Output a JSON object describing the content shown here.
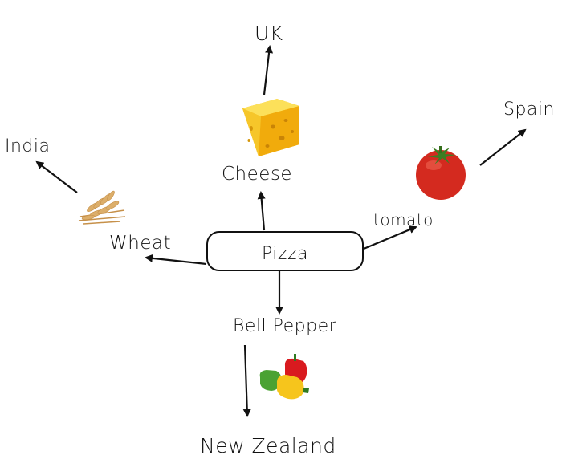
{
  "nodes": {
    "pizza": "Pizza",
    "cheese": "Cheese",
    "uk": "UK",
    "wheat": "Wheat",
    "india": "India",
    "tomato": "tomato",
    "spain": "Spain",
    "bell_pepper": "Bell Pepper",
    "new_zealand": "New Zealand"
  },
  "icons": {
    "cheese": "cheese-icon",
    "wheat": "wheat-icon",
    "tomato": "tomato-icon",
    "bell_pepper": "bell-pepper-icon"
  },
  "colors": {
    "line": "#111111",
    "cheese": "#f7c21a",
    "tomato": "#d9261c",
    "pepper_red": "#d4141a",
    "pepper_yellow": "#f5c518",
    "pepper_green": "#3f9a2f",
    "wheat": "#d8a560"
  }
}
